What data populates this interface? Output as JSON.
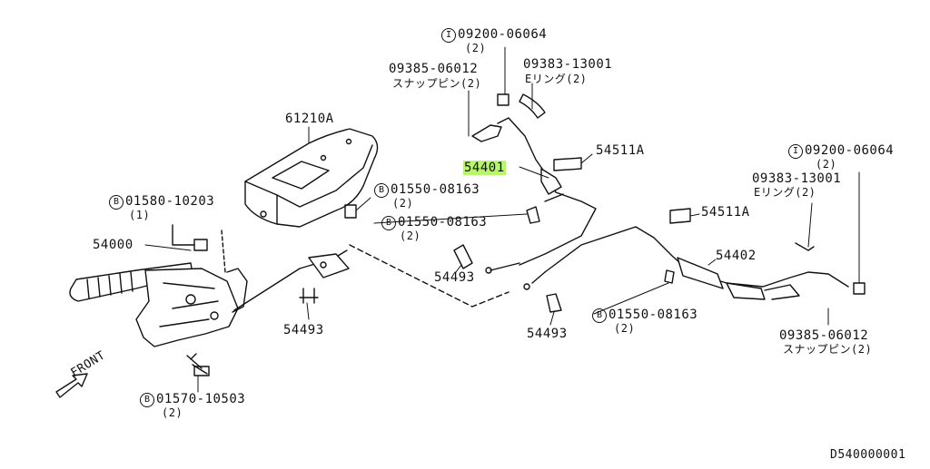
{
  "diagram_id": "D540000001",
  "front_label": "FRONT",
  "highlight_color": "#b7f56b",
  "callouts": [
    {
      "id": "c1",
      "prefix": "I",
      "part": "09200-06064",
      "qty": "(2)",
      "note": ""
    },
    {
      "id": "c2",
      "prefix": "",
      "part": "09385-06012",
      "qty": "",
      "note": "スナップピン(2)"
    },
    {
      "id": "c3",
      "prefix": "",
      "part": "09383-13001",
      "qty": "",
      "note": "Eリング(2)"
    },
    {
      "id": "c4",
      "prefix": "",
      "part": "61210A",
      "qty": "",
      "note": ""
    },
    {
      "id": "c5",
      "prefix": "",
      "part": "54401",
      "qty": "",
      "note": "",
      "highlighted": true
    },
    {
      "id": "c6",
      "prefix": "",
      "part": "54511A",
      "qty": "",
      "note": ""
    },
    {
      "id": "c7",
      "prefix": "I",
      "part": "09200-06064",
      "qty": "(2)",
      "note": ""
    },
    {
      "id": "c8",
      "prefix": "",
      "part": "09383-13001",
      "qty": "",
      "note": "Eリング(2)"
    },
    {
      "id": "c9",
      "prefix": "B",
      "part": "01580-10203",
      "qty": "(1)",
      "note": ""
    },
    {
      "id": "c10",
      "prefix": "B",
      "part": "01550-08163",
      "qty": "(2)",
      "note": ""
    },
    {
      "id": "c11",
      "prefix": "B",
      "part": "01550-08163",
      "qty": "(2)",
      "note": ""
    },
    {
      "id": "c12",
      "prefix": "",
      "part": "54511A",
      "qty": "",
      "note": ""
    },
    {
      "id": "c13",
      "prefix": "",
      "part": "54000",
      "qty": "",
      "note": ""
    },
    {
      "id": "c14",
      "prefix": "",
      "part": "54493",
      "qty": "",
      "note": ""
    },
    {
      "id": "c15",
      "prefix": "",
      "part": "54402",
      "qty": "",
      "note": ""
    },
    {
      "id": "c16",
      "prefix": "",
      "part": "54493",
      "qty": "",
      "note": ""
    },
    {
      "id": "c17",
      "prefix": "B",
      "part": "01550-08163",
      "qty": "(2)",
      "note": ""
    },
    {
      "id": "c18",
      "prefix": "",
      "part": "54493",
      "qty": "",
      "note": ""
    },
    {
      "id": "c19",
      "prefix": "",
      "part": "09385-06012",
      "qty": "",
      "note": "スナップピン(2)"
    },
    {
      "id": "c20",
      "prefix": "B",
      "part": "01570-10503",
      "qty": "(2)",
      "note": ""
    }
  ]
}
